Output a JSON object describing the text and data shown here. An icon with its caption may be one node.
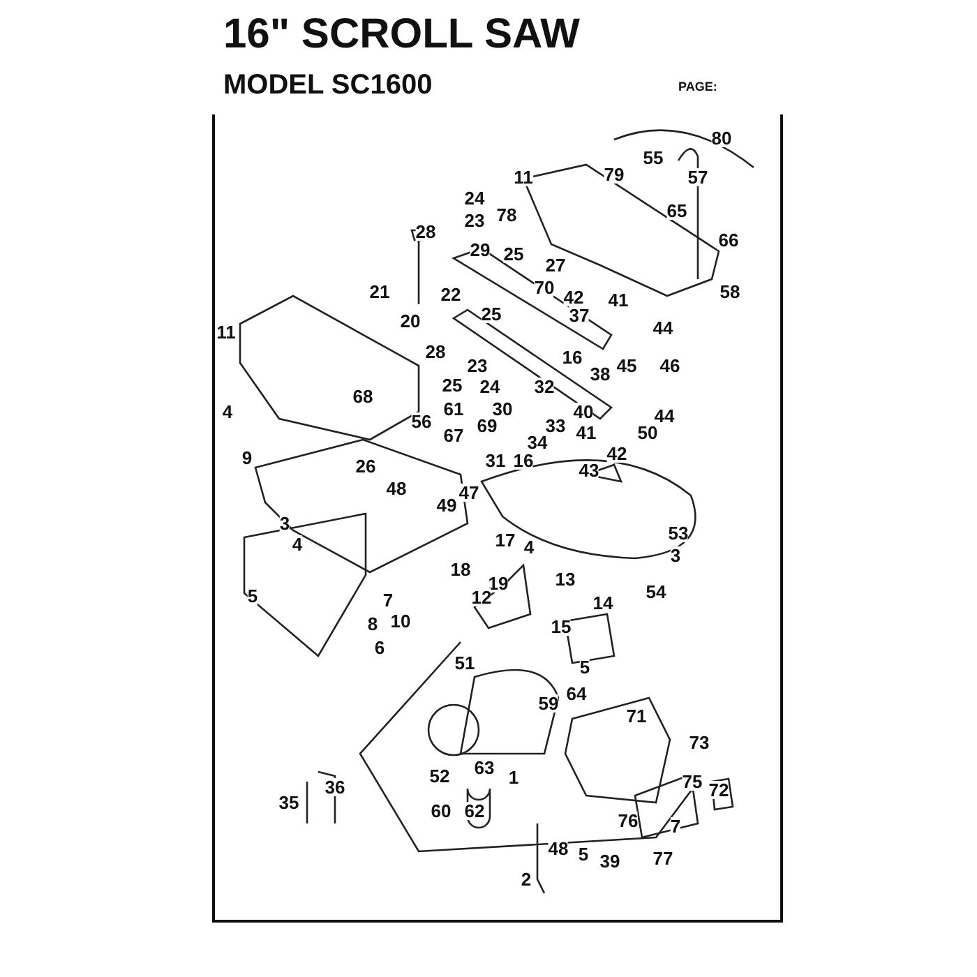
{
  "diagram": {
    "title": "16\" SCROLL SAW",
    "labels": [
      "MODEL SC1600",
      "PAGE:",
      "80",
      "55",
      "57",
      "79",
      "11",
      "24",
      "65",
      "23",
      "78",
      "66",
      "28",
      "29",
      "25",
      "27",
      "70",
      "58",
      "21",
      "42",
      "41",
      "22",
      "25",
      "37",
      "44",
      "20",
      "11",
      "16",
      "28",
      "45",
      "46",
      "23",
      "38",
      "25",
      "24",
      "32",
      "4",
      "68",
      "40",
      "44",
      "61",
      "30",
      "33",
      "69",
      "56",
      "41",
      "50",
      "67",
      "34",
      "31",
      "16",
      "42",
      "9",
      "26",
      "43",
      "48",
      "47",
      "49",
      "53",
      "3",
      "4",
      "17",
      "4",
      "3",
      "18",
      "19",
      "13",
      "54",
      "5",
      "7",
      "12",
      "14",
      "15",
      "8",
      "10",
      "6",
      "5",
      "51",
      "64",
      "59",
      "71",
      "73",
      "63",
      "1",
      "75",
      "72",
      "36",
      "52",
      "35",
      "60",
      "62",
      "76",
      "7",
      "48",
      "5",
      "39",
      "77",
      "2"
    ]
  }
}
